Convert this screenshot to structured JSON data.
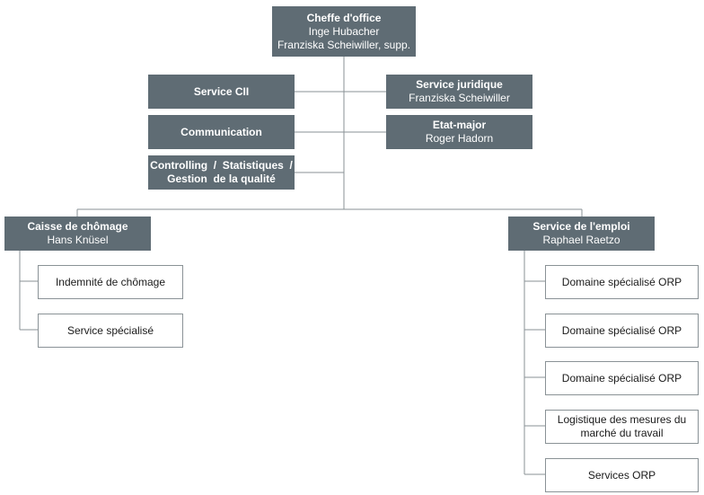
{
  "colors": {
    "dark_box": "#5f6c74",
    "line": "#8a9296",
    "light_border": "#8a9296"
  },
  "chief": {
    "title": "Cheffe d'office",
    "name": "Inge Hubacher",
    "deputy": "Franziska Scheiwiller, supp."
  },
  "staff_left": [
    {
      "title": "Service CII"
    },
    {
      "title": "Communication"
    },
    {
      "title_line1": "Controlling  /  Statistiques  /",
      "title_line2": "Gestion  de la qualité"
    }
  ],
  "staff_right": [
    {
      "title": "Service juridique",
      "name": "Franziska Scheiwiller"
    },
    {
      "title": "Etat-major",
      "name": "Roger Hadorn"
    }
  ],
  "divisions": {
    "unemployment": {
      "title": "Caisse de chômage",
      "name": "Hans Knüsel",
      "children": [
        "Indemnité de chômage",
        "Service spécialisé"
      ]
    },
    "employment": {
      "title": "Service de l'emploi",
      "name": "Raphael Raetzo",
      "children": [
        {
          "label": "Domaine spécialisé ORP"
        },
        {
          "label": "Domaine spécialisé ORP"
        },
        {
          "label": "Domaine spécialisé ORP"
        },
        {
          "label_line1": "Logistique des mesures du",
          "label_line2": "marché du travail"
        },
        {
          "label": "Services ORP"
        }
      ]
    }
  }
}
